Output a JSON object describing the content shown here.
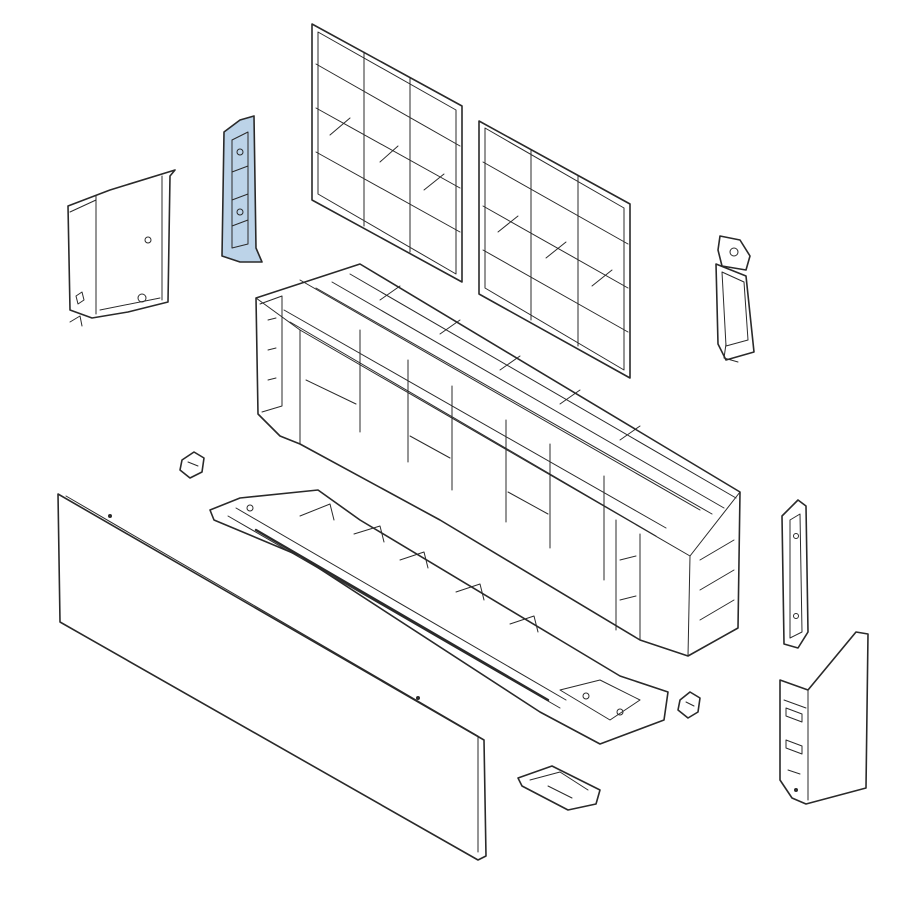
{
  "colors": {
    "line": "#2a2a2a",
    "highlight": "#bcd3e8",
    "background": "#ffffff"
  },
  "parts": [
    {
      "name": "air-filter-left",
      "highlighted": false
    },
    {
      "name": "air-filter-right",
      "highlighted": false
    },
    {
      "name": "vertical-bracket",
      "highlighted": true
    },
    {
      "name": "side-cover-left",
      "highlighted": false
    },
    {
      "name": "main-chassis",
      "highlighted": false
    },
    {
      "name": "control-box",
      "highlighted": false
    },
    {
      "name": "front-panel",
      "highlighted": false
    },
    {
      "name": "bottom-tray",
      "highlighted": false
    },
    {
      "name": "clip-left",
      "highlighted": false
    },
    {
      "name": "clip-right",
      "highlighted": false
    },
    {
      "name": "hinge-bracket-right",
      "highlighted": false
    },
    {
      "name": "side-cover-right",
      "highlighted": false
    },
    {
      "name": "drain-cover",
      "highlighted": false
    }
  ]
}
